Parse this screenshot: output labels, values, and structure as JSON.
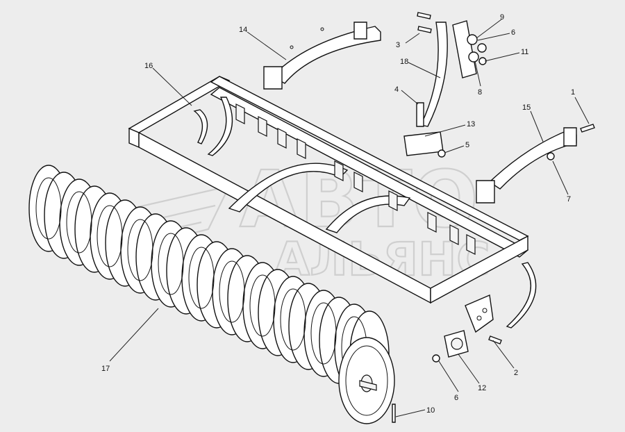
{
  "watermark": {
    "line1": "АВТО",
    "line2": "АЛЬЯНС"
  },
  "callouts": [
    {
      "id": "1",
      "text": "1"
    },
    {
      "id": "2",
      "text": "2"
    },
    {
      "id": "3",
      "text": "3"
    },
    {
      "id": "4",
      "text": "4"
    },
    {
      "id": "5",
      "text": "5"
    },
    {
      "id": "6a",
      "text": "6"
    },
    {
      "id": "6b",
      "text": "6"
    },
    {
      "id": "7",
      "text": "7"
    },
    {
      "id": "8",
      "text": "8"
    },
    {
      "id": "9",
      "text": "9"
    },
    {
      "id": "10",
      "text": "10"
    },
    {
      "id": "11",
      "text": "11"
    },
    {
      "id": "12",
      "text": "12"
    },
    {
      "id": "13",
      "text": "13"
    },
    {
      "id": "14",
      "text": "14"
    },
    {
      "id": "15",
      "text": "15"
    },
    {
      "id": "16",
      "text": "16"
    },
    {
      "id": "17",
      "text": "17"
    },
    {
      "id": "18",
      "text": "18"
    }
  ]
}
